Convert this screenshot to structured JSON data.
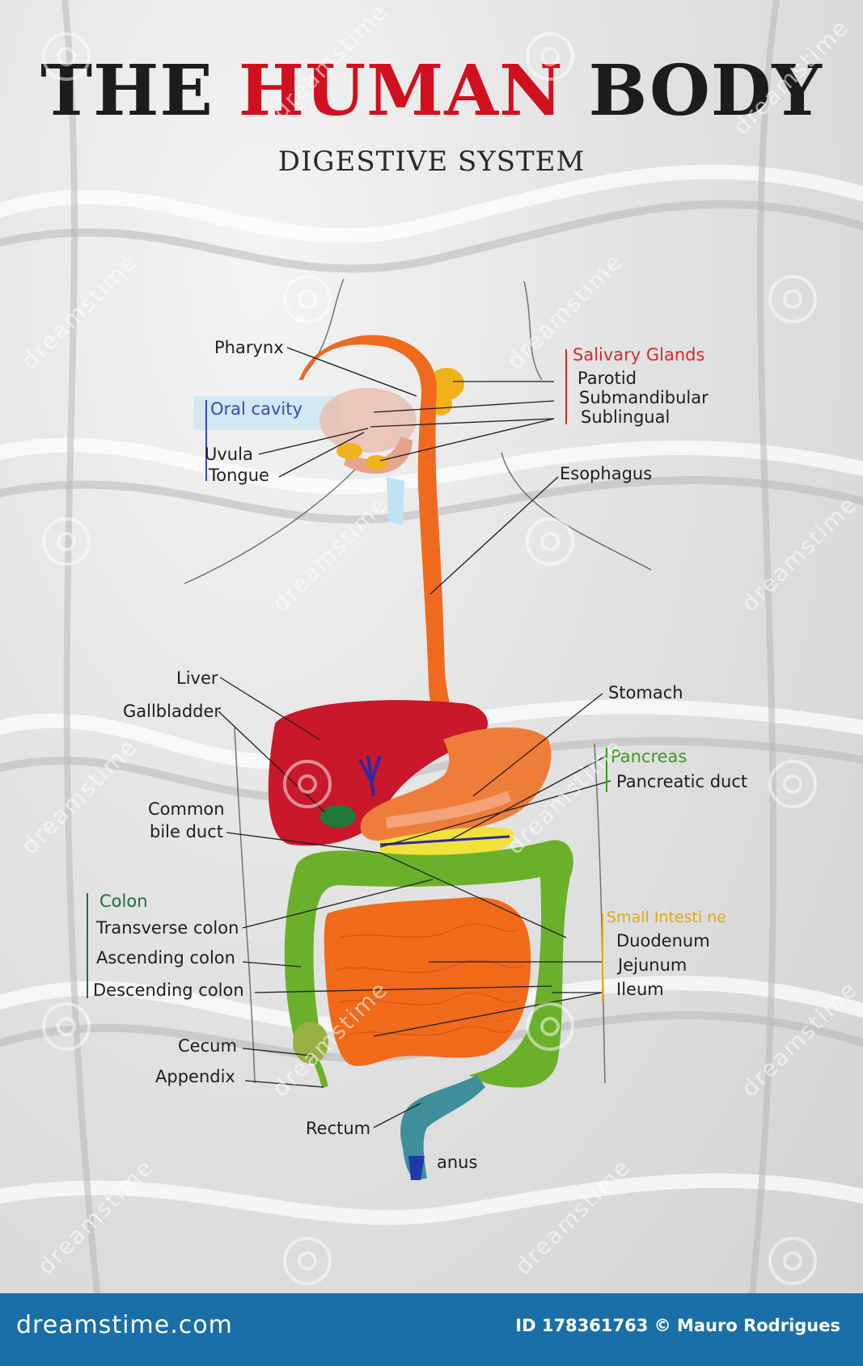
{
  "header": {
    "title_part1": "THE",
    "title_part2": "HUMAN",
    "title_part3": "BODY",
    "subtitle": "DIGESTIVE SYSTEM"
  },
  "labels": {
    "pharynx": "Pharynx",
    "oral_cavity": "Oral cavity",
    "uvula": "Uvula",
    "tongue": "Tongue",
    "salivary_glands": "Salivary Glands",
    "parotid": "Parotid",
    "submandibular": "Submandibular",
    "sublingual": "Sublingual",
    "esophagus": "Esophagus",
    "liver": "Liver",
    "gallbladder": "Gallbladder",
    "stomach": "Stomach",
    "pancreas": "Pancreas",
    "pancreatic_duct": "Pancreatic duct",
    "common_bile_duct_1": "Common",
    "common_bile_duct_2": "bile duct",
    "colon": "Colon",
    "transverse_colon": "Transverse colon",
    "ascending_colon": "Ascending colon",
    "descending_colon": "Descending colon",
    "small_intestine": "Small Intesti ne",
    "duodenum": "Duodenum",
    "jejunum": "Jejunum",
    "ileum": "Ileum",
    "cecum": "Cecum",
    "appendix": "Appendix",
    "rectum": "Rectum",
    "anus": "anus"
  },
  "watermark": {
    "text": "dreamstime"
  },
  "footer": {
    "site": "dreamstime.com",
    "id_credit": "ID 178361763 © Mauro Rodrigues"
  },
  "colors": {
    "esophagus": "#ef6a1e",
    "liver": "#c8182a",
    "colon": "#6bb02a",
    "small_intestine": "#f06a1a",
    "salivary": "#f0b21a",
    "footer": "#1a6fa8",
    "title_red": "#d0101e"
  }
}
